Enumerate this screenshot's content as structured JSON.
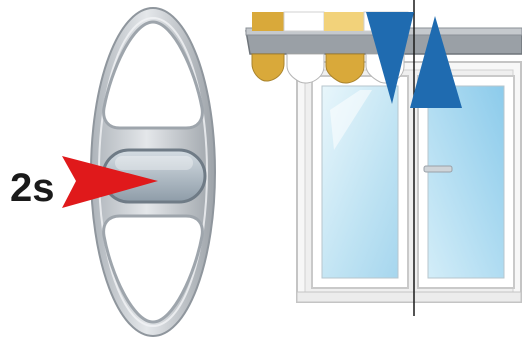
{
  "instruction": {
    "hold_duration_label": "2s"
  },
  "remote": {
    "buttons": [
      "up-button",
      "stop-button",
      "down-button"
    ],
    "pressed_button": "stop-button",
    "colors": {
      "body": "#c9cdd1",
      "body_edge": "#9aa1a8",
      "button_face": "#ffffff",
      "stop_button": "#a7b4bf"
    }
  },
  "indicator": {
    "press_arrow_color": "#e0191b",
    "motion_arrow_color": "#1f6bb0",
    "motion": [
      "down",
      "up"
    ]
  },
  "window": {
    "glass_color": "#bfe3f3",
    "awning_colors": [
      "#d9a93a",
      "#f2d27a"
    ]
  }
}
